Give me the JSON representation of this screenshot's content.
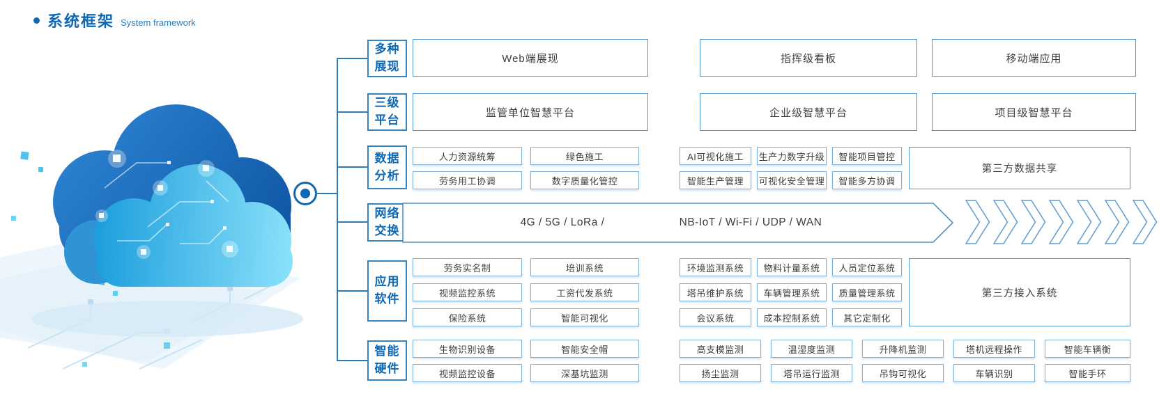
{
  "title": {
    "zh": "系统框架",
    "en": "System framework"
  },
  "colors": {
    "primary_blue": "#0e68b3",
    "line_blue": "#2d7ab8",
    "box_border_light": "#7fb2dc",
    "box_border_strong": "#4e93cb",
    "chevron_blue": "#5e9bd0",
    "cloud_dark": "#0a4f9e",
    "cloud_cyan": "#8ee3fb"
  },
  "rows": {
    "display": {
      "label": "多种\n展现",
      "boxes": [
        "Web端展现",
        "指挥级看板",
        "移动端应用"
      ]
    },
    "platform": {
      "label": "三级\n平台",
      "boxes": [
        "监管单位智慧平台",
        "企业级智慧平台",
        "项目级智慧平台"
      ]
    },
    "data_analysis": {
      "label": "数据\n分析",
      "left": [
        "人力资源统筹",
        "绿色施工",
        "劳务用工协调",
        "数字质量化管控"
      ],
      "right": [
        "AI可视化施工",
        "生产力数字升级",
        "智能项目管控",
        "智能生产管理",
        "可视化安全管理",
        "智能多方协调"
      ],
      "big": "第三方数据共享"
    },
    "network": {
      "label": "网络\n交换",
      "text1": "4G / 5G / LoRa /",
      "text2": "NB-IoT / Wi-Fi / UDP / WAN"
    },
    "software": {
      "label": "应用\n软件",
      "left": [
        "劳务实名制",
        "培训系统",
        "视频监控系统",
        "工资代发系统",
        "保险系统",
        "智能可视化"
      ],
      "right": [
        "环境监测系统",
        "物料计量系统",
        "人员定位系统",
        "塔吊维护系统",
        "车辆管理系统",
        "质量管理系统",
        "会议系统",
        "成本控制系统",
        "其它定制化"
      ],
      "big": "第三方接入系统"
    },
    "hardware": {
      "label": "智能\n硬件",
      "left": [
        "生物识别设备",
        "智能安全帽",
        "视频监控设备",
        "深基坑监测"
      ],
      "right": [
        "高支模监测",
        "温湿度监测",
        "升降机监测",
        "塔机远程操作",
        "智能车辆衡",
        "扬尘监测",
        "塔吊运行监测",
        "吊钩可视化",
        "车辆识别",
        "智能手环"
      ]
    }
  }
}
